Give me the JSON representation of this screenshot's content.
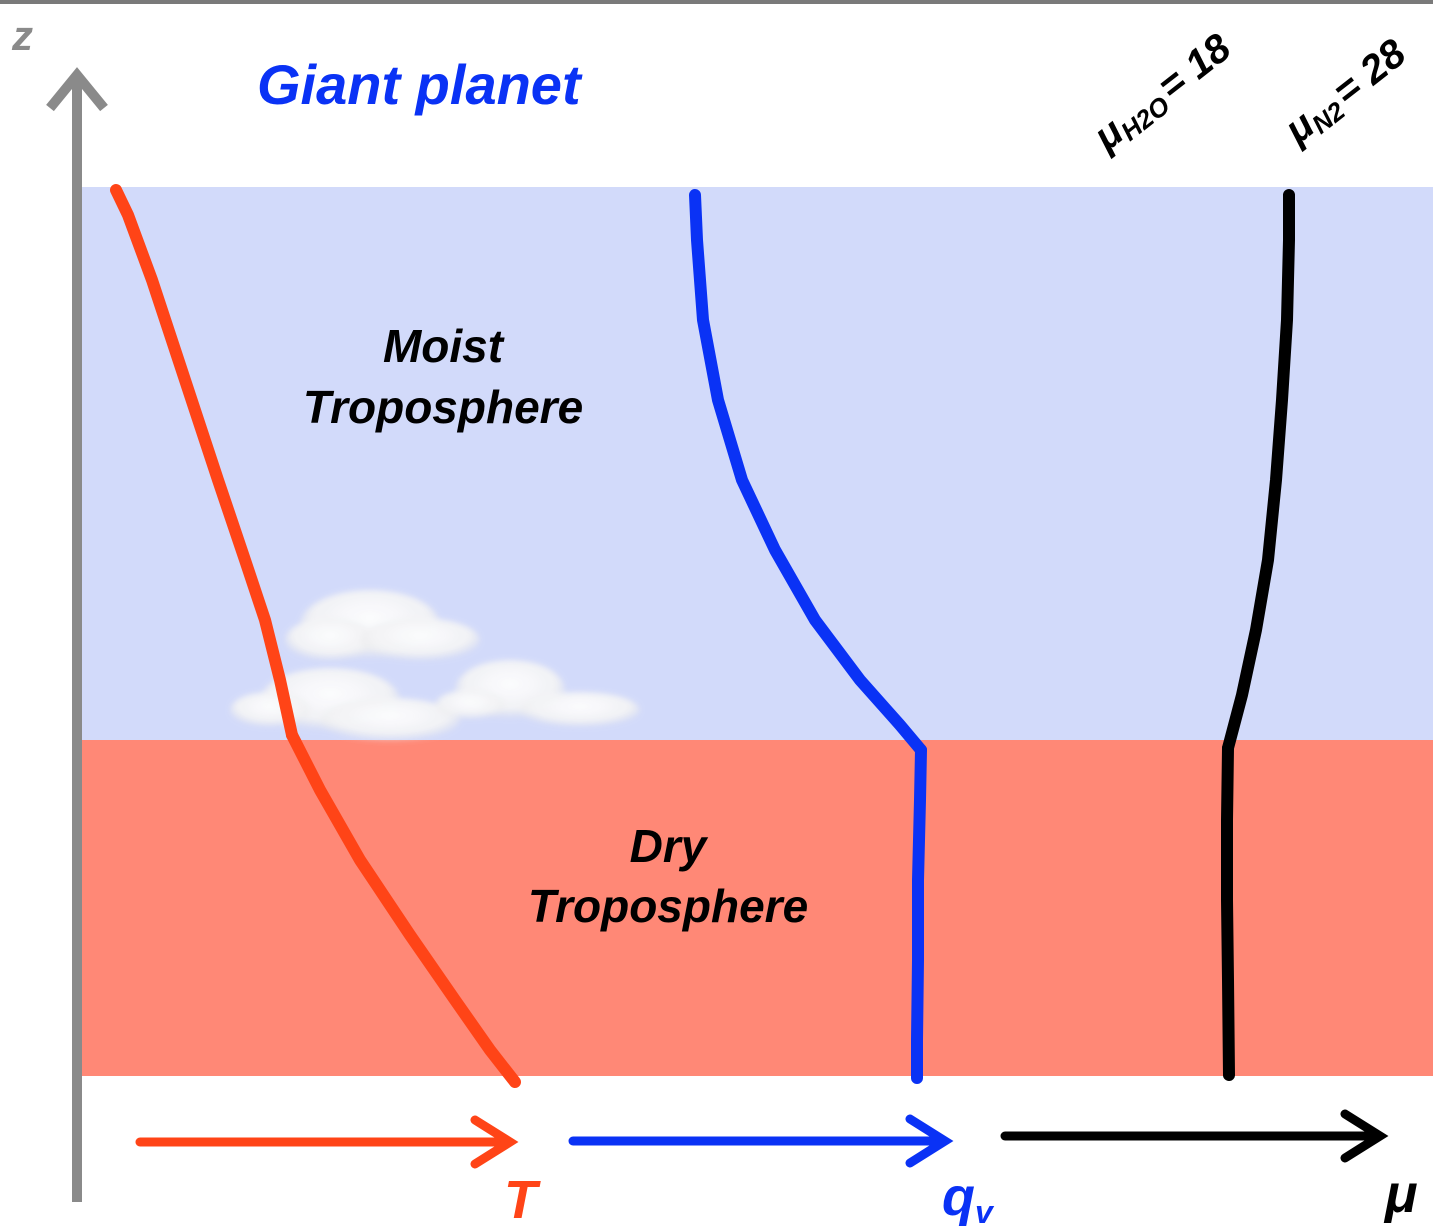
{
  "title": "Giant planet",
  "regions": {
    "moist": {
      "line1": "Moist",
      "line2": "Troposphere",
      "color": "#d2dafa"
    },
    "dry": {
      "line1": "Dry",
      "line2": "Troposphere",
      "color": "#ff8876"
    }
  },
  "axes": {
    "z_label": "z",
    "t_label": "T",
    "qv_label_main": "q",
    "qv_label_sub": "v",
    "mu_label": "μ"
  },
  "annotations": {
    "mu_h2o": {
      "sym": "μ",
      "sub": "H2O",
      "rest": "= 18"
    },
    "mu_n2": {
      "sym": "μ",
      "sub": "N2",
      "rest": "= 28"
    }
  },
  "colors": {
    "temperature": "#ff4417",
    "vapor": "#0a32f5",
    "molar_mass": "#000000",
    "z_axis": "#8a8a8a",
    "title": "#0a32f5"
  },
  "icons": {
    "clouds": "cloud-icon"
  }
}
